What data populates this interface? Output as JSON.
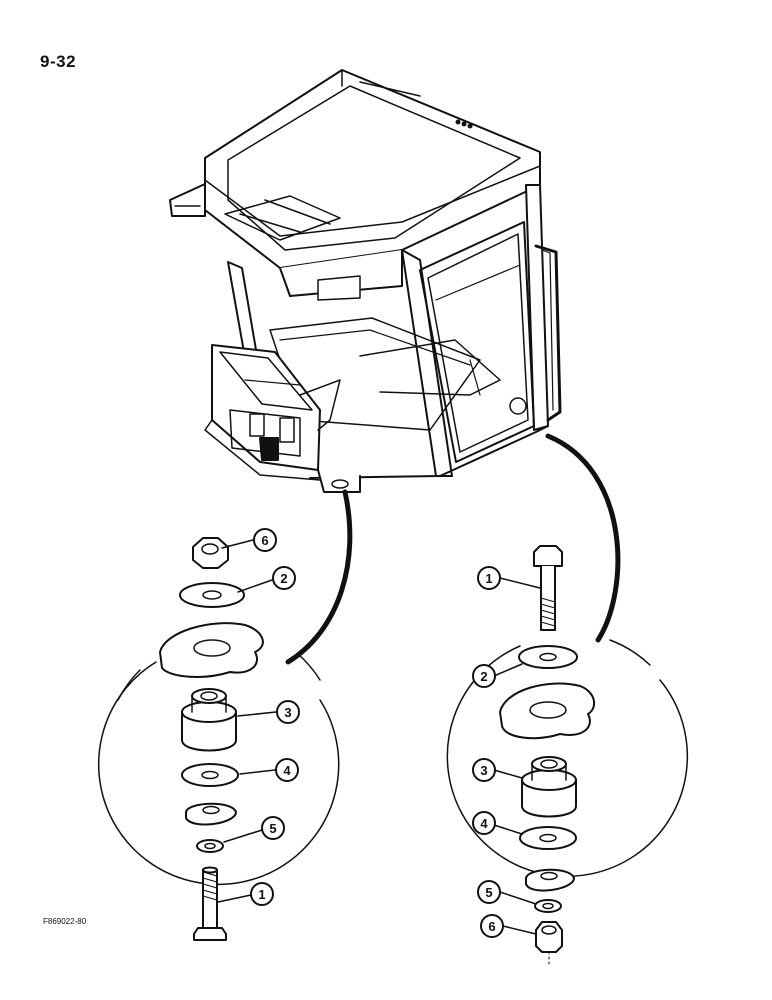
{
  "page": {
    "number": "9-32",
    "figure_code": "F869022-80"
  },
  "callouts": {
    "left": [
      {
        "number": "6",
        "part": "nut"
      },
      {
        "number": "2",
        "part": "washer"
      },
      {
        "number": "3",
        "part": "rubber-isolator"
      },
      {
        "number": "4",
        "part": "washer"
      },
      {
        "number": "5",
        "part": "lock-washer"
      },
      {
        "number": "1",
        "part": "bolt"
      }
    ],
    "right": [
      {
        "number": "1",
        "part": "bolt"
      },
      {
        "number": "2",
        "part": "washer"
      },
      {
        "number": "3",
        "part": "rubber-isolator"
      },
      {
        "number": "4",
        "part": "washer"
      },
      {
        "number": "5",
        "part": "lock-washer"
      },
      {
        "number": "6",
        "part": "nut"
      }
    ]
  }
}
